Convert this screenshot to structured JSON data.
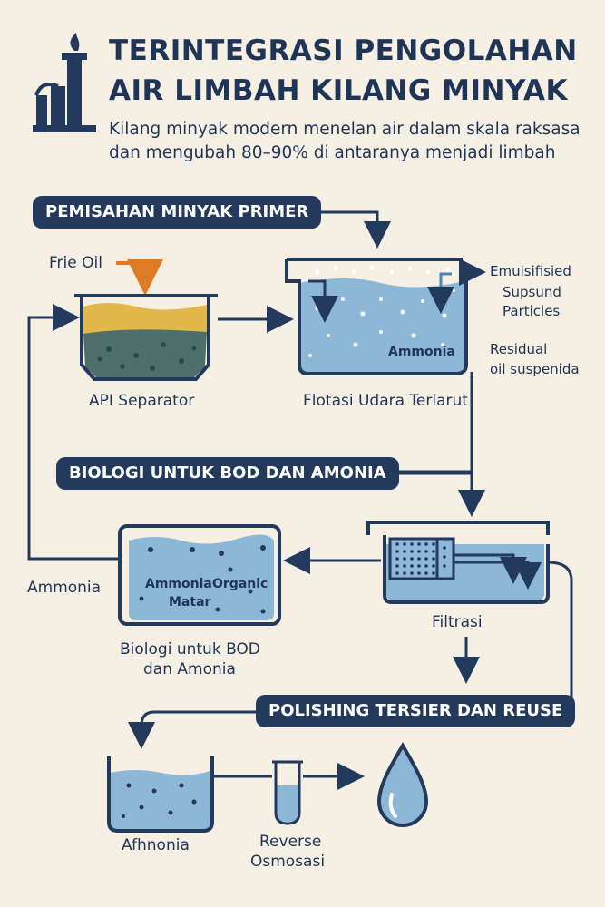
{
  "title": {
    "line1": "TERINTEGRASI PENGOLAHAN",
    "line2": "AIR LIMBAH KILANG MINYAK"
  },
  "subtitle": {
    "line1": "Kilang minyak modern menelan air dalam skala raksasa",
    "line2": "dan mengubah 80–90% di antaranya menjadi limbah"
  },
  "sections": {
    "primary": "PEMISAHAN MINYAK PRIMER",
    "biology": "BIOLOGI UNTUK BOD DAN AMONIA",
    "polishing": "POLISHING TERSIER DAN REUSE"
  },
  "labels": {
    "free_oil": "Frie Oil",
    "api_separator": "API Separator",
    "daf": "Flotasi Udara Terlarut",
    "daf_inside": "Ammonia",
    "emulsified_1": "Emuisifisied",
    "emulsified_2": "Supsund",
    "emulsified_3": "Particles",
    "residual_1": "Residual",
    "residual_2": "oil suspenida",
    "ammonia_return": "Ammonia",
    "bio_inside_1": "Ammonia",
    "bio_inside_2": "Organic",
    "bio_inside_3": "Matar",
    "bio_caption_1": "Biologi untuk BOD",
    "bio_caption_2": "dan Amonia",
    "filtration": "Filtrasi",
    "final_tank": "Afhnonia",
    "ro_1": "Reverse",
    "ro_2": "Osmosasi"
  },
  "colors": {
    "navy": "#233a5c",
    "water": "#8db7d6",
    "oil_yellow": "#e3b84a",
    "oil_dark": "#4f6f6a",
    "accent_orange": "#e07b25",
    "background": "#f6efe3"
  },
  "icons": {
    "refinery": "refinery-icon",
    "droplet": "water-drop-icon"
  }
}
